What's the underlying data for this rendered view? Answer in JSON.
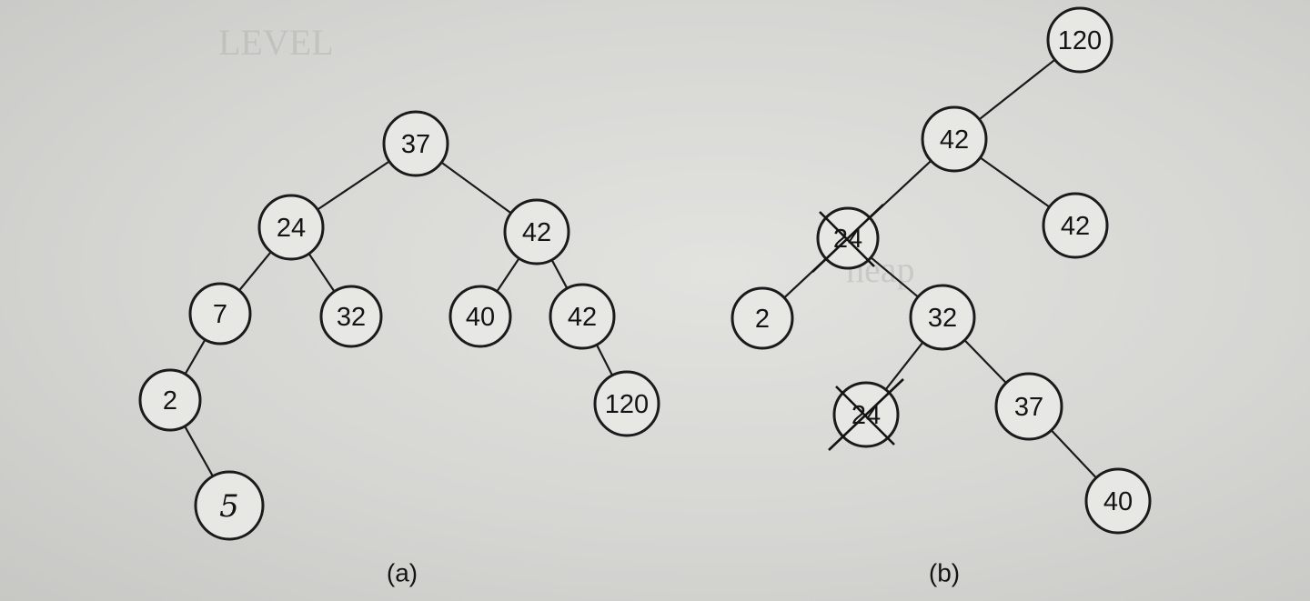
{
  "figure_a": {
    "caption": "(a)",
    "nodes": [
      {
        "id": "a37",
        "label": "37"
      },
      {
        "id": "a24",
        "label": "24"
      },
      {
        "id": "a42",
        "label": "42"
      },
      {
        "id": "a7",
        "label": "7"
      },
      {
        "id": "a32",
        "label": "32"
      },
      {
        "id": "a40",
        "label": "40"
      },
      {
        "id": "a42b",
        "label": "42"
      },
      {
        "id": "a2",
        "label": "2"
      },
      {
        "id": "a120",
        "label": "120"
      },
      {
        "id": "a5",
        "label": "5",
        "handwritten": true
      }
    ],
    "edges": [
      [
        "a37",
        "a24"
      ],
      [
        "a37",
        "a42"
      ],
      [
        "a24",
        "a7"
      ],
      [
        "a24",
        "a32"
      ],
      [
        "a42",
        "a40"
      ],
      [
        "a42",
        "a42b"
      ],
      [
        "a7",
        "a2"
      ],
      [
        "a42b",
        "a120"
      ],
      [
        "a2",
        "a5"
      ]
    ]
  },
  "figure_b": {
    "caption": "(b)",
    "nodes": [
      {
        "id": "b120",
        "label": "120"
      },
      {
        "id": "b42",
        "label": "42"
      },
      {
        "id": "b24",
        "label": "24",
        "struck": true
      },
      {
        "id": "b42b",
        "label": "42"
      },
      {
        "id": "b2",
        "label": "2"
      },
      {
        "id": "b32",
        "label": "32"
      },
      {
        "id": "b24b",
        "label": "24",
        "struck": true
      },
      {
        "id": "b37",
        "label": "37"
      },
      {
        "id": "b40",
        "label": "40"
      }
    ],
    "edges": [
      [
        "b120",
        "b42"
      ],
      [
        "b42",
        "b24"
      ],
      [
        "b42",
        "b42b"
      ],
      [
        "b24",
        "b2"
      ],
      [
        "b24",
        "b32"
      ],
      [
        "b32",
        "b24b"
      ],
      [
        "b32",
        "b37"
      ],
      [
        "b37",
        "b40"
      ]
    ]
  },
  "colors": {
    "ink": "#1b1b1b",
    "paper": "#e7e7e4"
  }
}
